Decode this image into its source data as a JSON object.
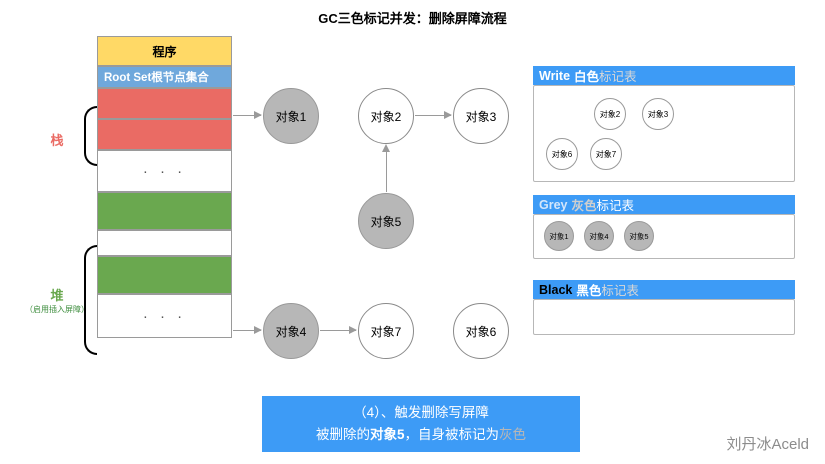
{
  "title": "GC三色标记并发：删除屏障流程",
  "memory": {
    "program_label": "程序",
    "root_set_label": "Root Set根节点集合",
    "ellipsis1": "· · ·",
    "ellipsis2": "· · ·",
    "stack_label": "栈",
    "heap_label": "堆",
    "heap_sub": "（启用插入屏障）"
  },
  "nodes": {
    "obj1": "对象1",
    "obj2": "对象2",
    "obj3": "对象3",
    "obj5": "对象5",
    "obj4": "对象4",
    "obj7": "对象7",
    "obj6": "对象6"
  },
  "tables": [
    {
      "id": "white",
      "en": "Write",
      "cn": "白色",
      "suffix": "标记表",
      "chips": [
        "对象2",
        "对象3",
        "对象6",
        "对象7"
      ]
    },
    {
      "id": "grey",
      "en": "Grey",
      "cn": "灰色",
      "suffix": "标记表",
      "chips": [
        "对象1",
        "对象4",
        "对象5"
      ]
    },
    {
      "id": "black",
      "en": "Black",
      "cn": "黑色",
      "suffix": "标记表",
      "chips": []
    }
  ],
  "banner": {
    "line1": "（4）、触发删除写屏障",
    "line2_pre": "被删除的",
    "line2_bold": "对象5",
    "line2_mid": "，自身被标记为",
    "line2_hl": "灰色"
  },
  "watermark": "刘丹冰Aceld",
  "colors": {
    "blue": "#3d9bf6",
    "light_blue": "#6fa8dc",
    "yellow": "#ffd966",
    "red": "#ea6b64",
    "green": "#6aa84f",
    "grey_node": "#b7b7b7",
    "stack_label": "#ea6b64",
    "heap_label": "#6aa84f"
  }
}
